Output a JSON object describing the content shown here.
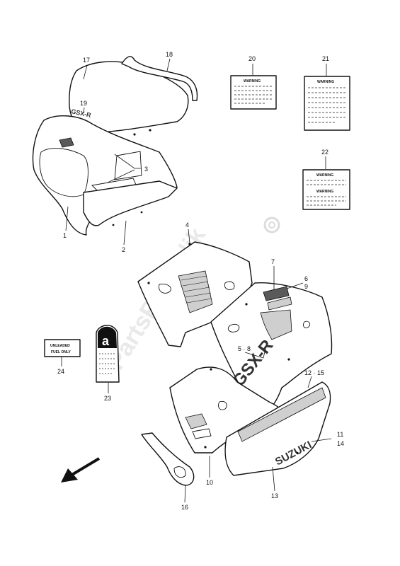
{
  "watermark": "PartsRepublik",
  "callouts": {
    "c1": "1",
    "c2": "2",
    "c3": "3",
    "c4": "4",
    "c5_8": "5 · 8",
    "c6": "6",
    "c7": "7",
    "c9": "9",
    "c10": "10",
    "c11": "11",
    "c12_15": "12 · 15",
    "c13": "13",
    "c14": "14",
    "c16": "16",
    "c17": "17",
    "c18": "18",
    "c19": "19",
    "c20": "20",
    "c21": "21",
    "c22": "22",
    "c23": "23",
    "c24": "24"
  },
  "decals": {
    "warning": "WARNING",
    "fuel_line1": "UNLEADED",
    "fuel_line2": "FUEL ONLY",
    "tag_letter": "a"
  },
  "branding": {
    "suzuki": "SUZUKI",
    "gsxr": "GSX-R"
  }
}
